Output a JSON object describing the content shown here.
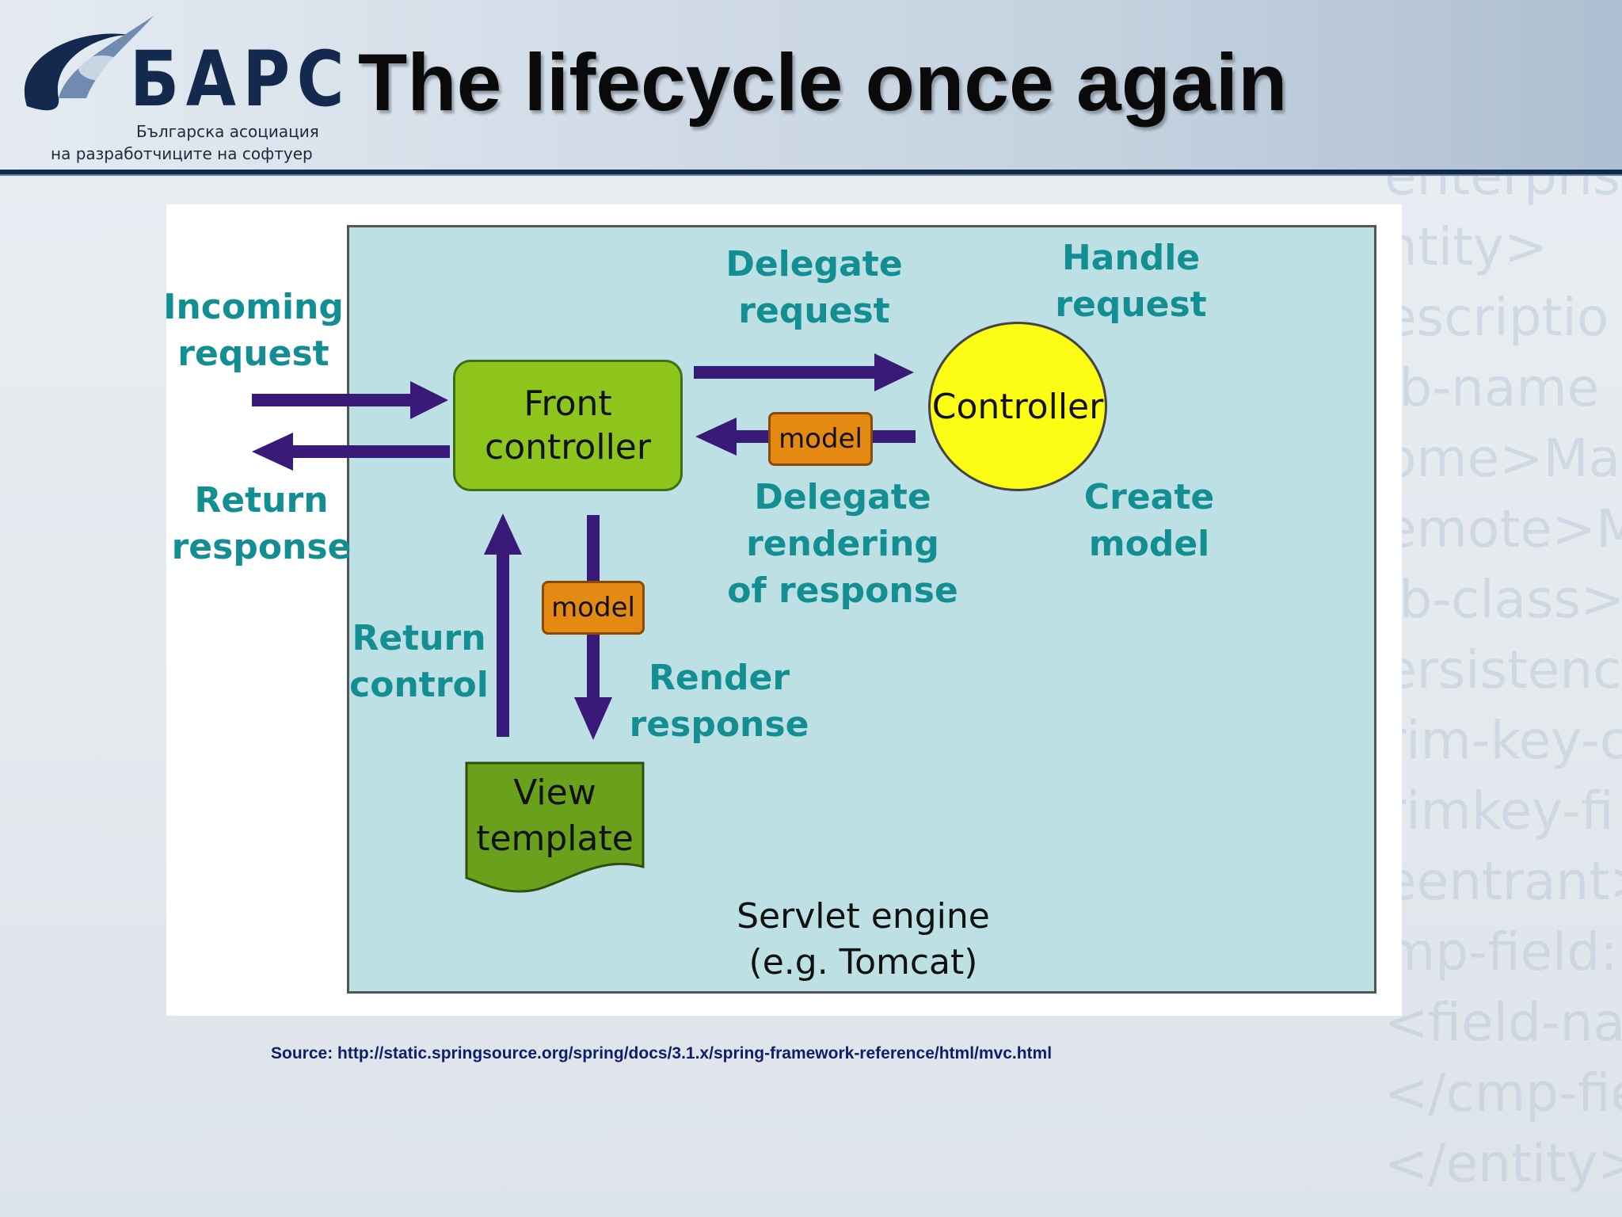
{
  "header": {
    "title": "The lifecycle once again",
    "logo": {
      "wordmark": "БАРС",
      "tagline_1": "Българска асоциация",
      "tagline_2": "на разработчиците на софтуер"
    }
  },
  "diagram": {
    "nodes": {
      "front_controller": "Front controller",
      "controller": "Controller",
      "view_template": "View template",
      "model_1": "model",
      "model_2": "model"
    },
    "steps": {
      "incoming_request": [
        "Incoming",
        "request"
      ],
      "return_response": [
        "Return",
        "response"
      ],
      "delegate_request": [
        "Delegate",
        "request"
      ],
      "handle_request": [
        "Handle",
        "request"
      ],
      "delegate_rendering": [
        "Delegate",
        "rendering",
        "of response"
      ],
      "create_model": [
        "Create",
        "model"
      ],
      "return_control": [
        "Return",
        "control"
      ],
      "render_response": [
        "Render",
        "response"
      ]
    },
    "container_label": [
      "Servlet engine",
      "(e.g. Tomcat)"
    ],
    "colors": {
      "arrow": "#3a1a78",
      "step_text": "#138f93",
      "engine_fill": "#bde0e4",
      "front_controller_fill": "#8ec51c",
      "controller_fill": "#fbfb14",
      "model_fill": "#e48a12",
      "view_fill": "#6aa11c"
    }
  },
  "footer": {
    "source": "Source: http://static.springsource.org/spring/docs/3.1.x/spring-framework-reference/html/mvc.html"
  }
}
